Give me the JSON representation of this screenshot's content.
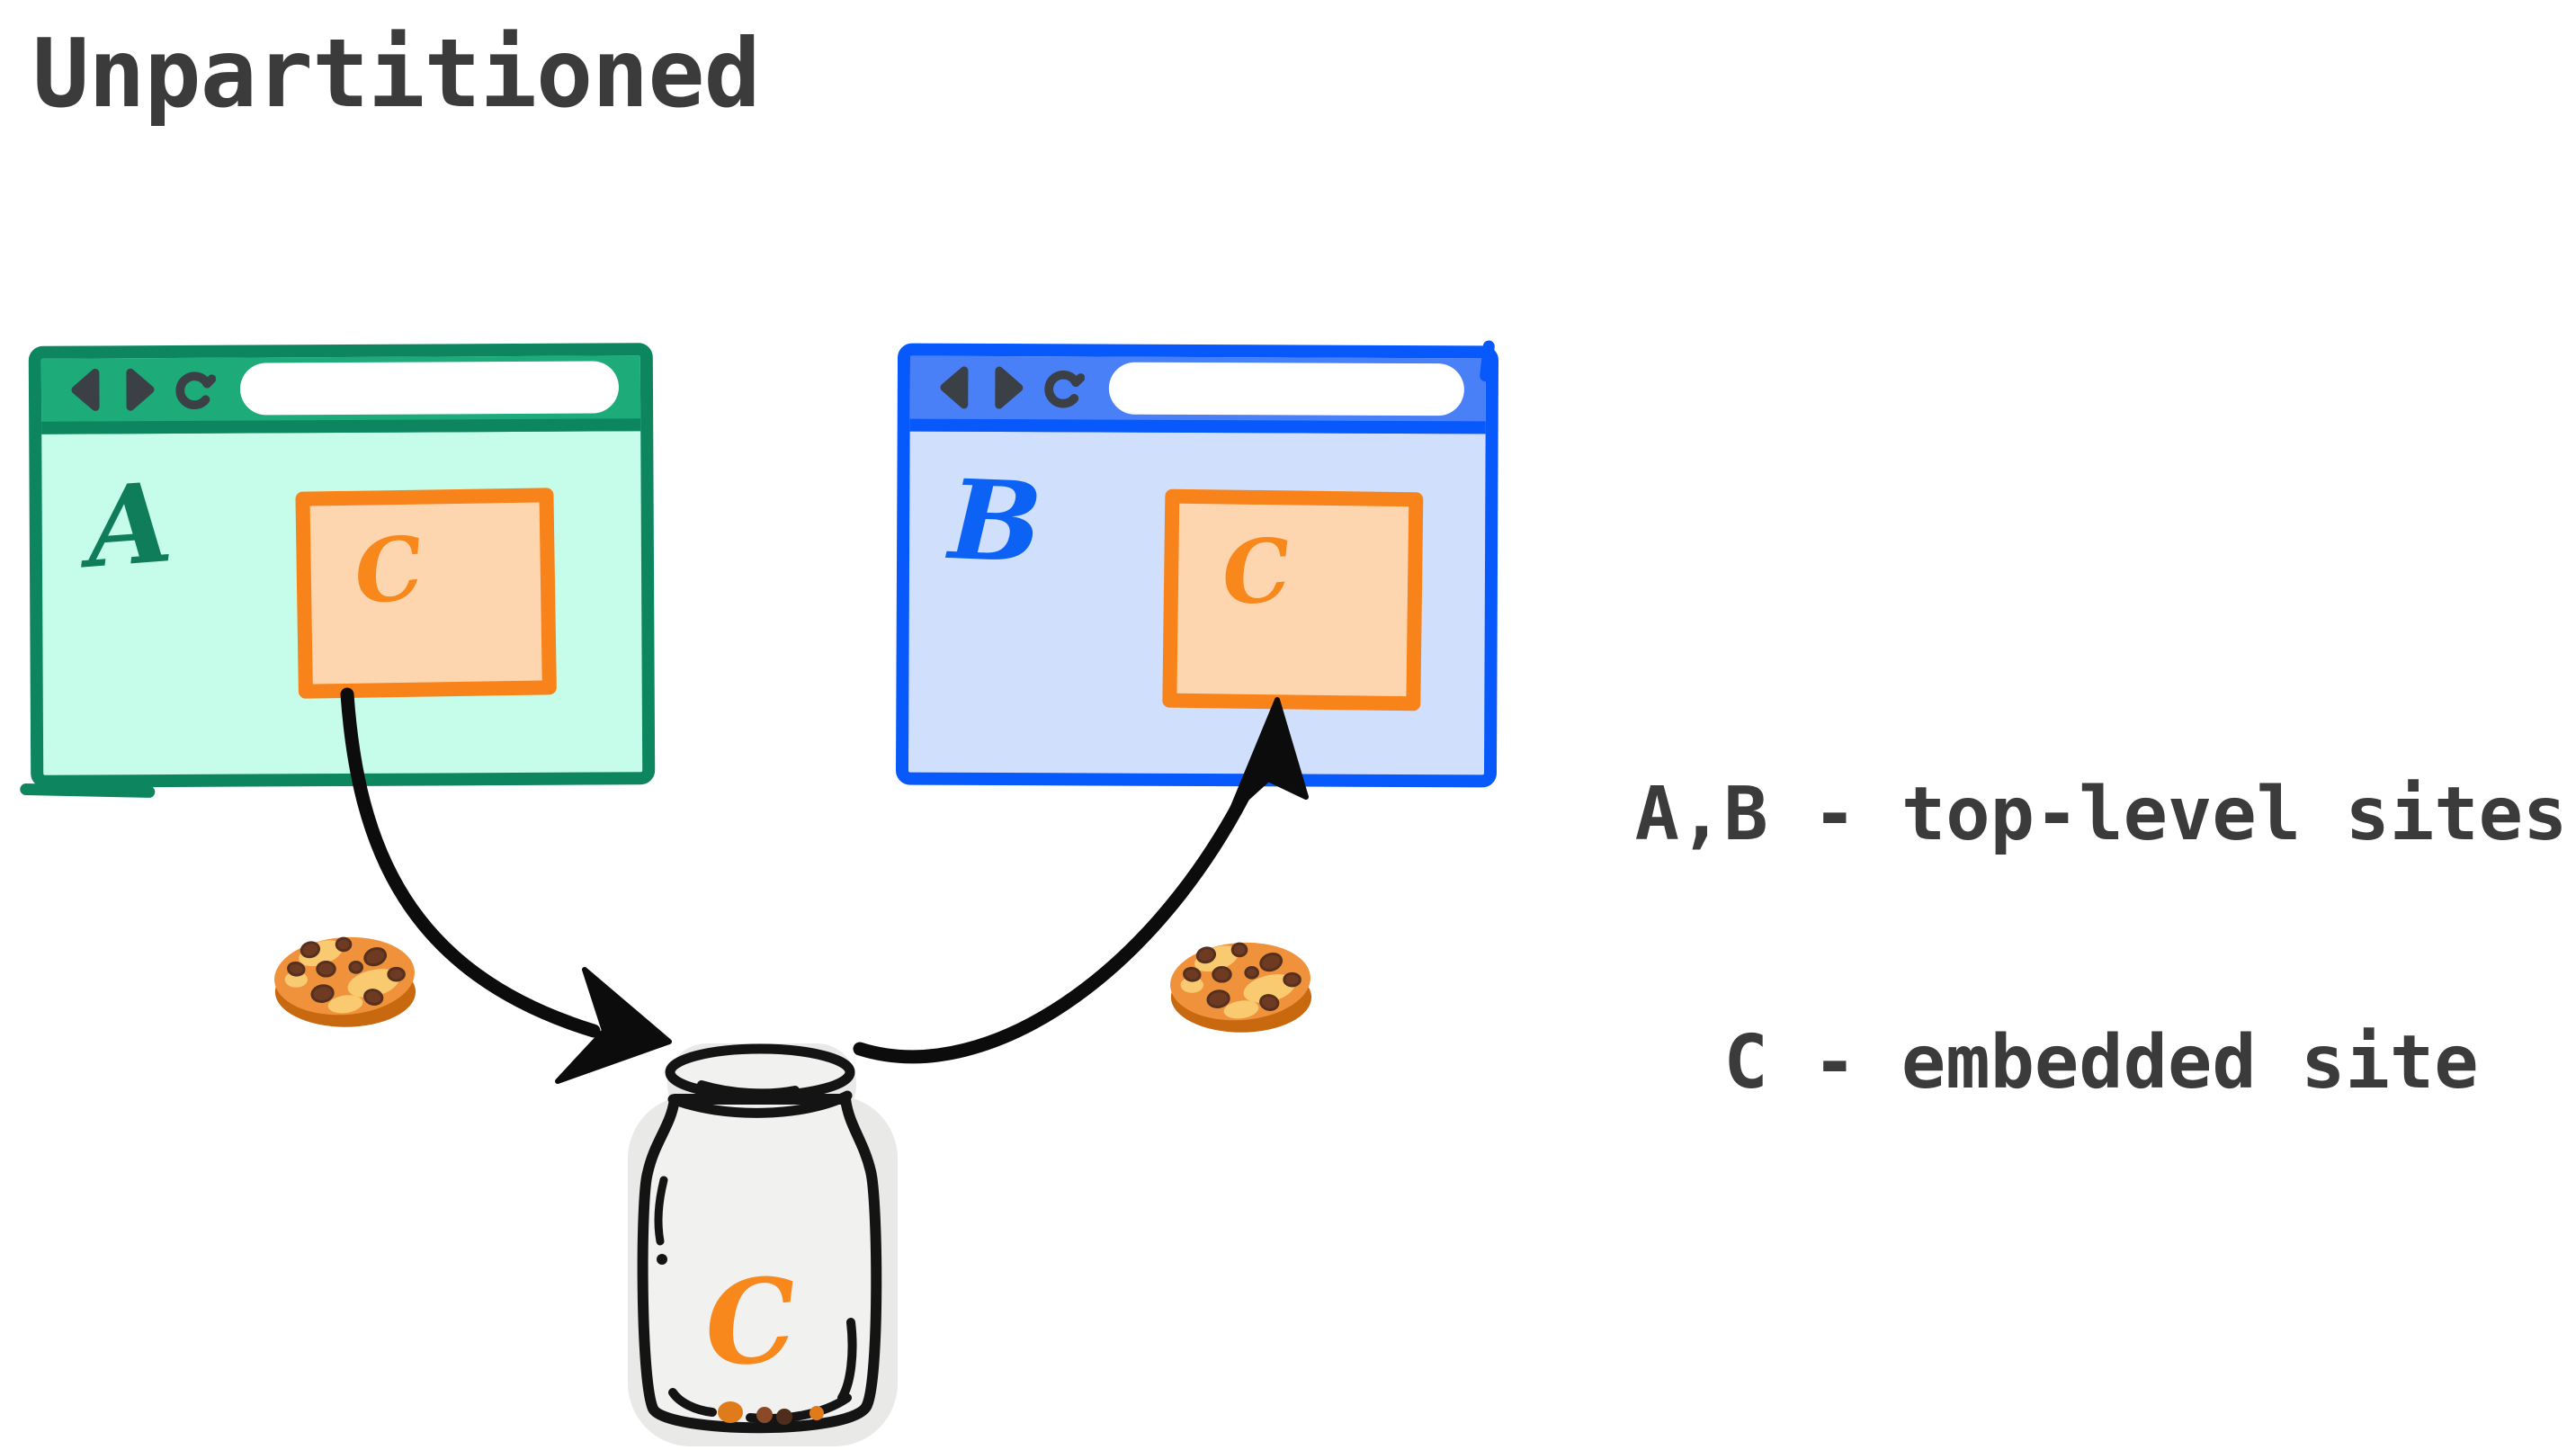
{
  "title": "Unpartitioned",
  "legend": {
    "line1": "A,B - top-level sites",
    "line2": "C - embedded site"
  },
  "windows": [
    {
      "label": "A",
      "embed_label": "C",
      "address_value": "",
      "toolbar_icons": [
        "back-icon",
        "forward-icon",
        "reload-icon"
      ]
    },
    {
      "label": "B",
      "embed_label": "C",
      "address_value": "",
      "toolbar_icons": [
        "back-icon",
        "forward-icon",
        "reload-icon"
      ]
    }
  ],
  "jar": {
    "label": "C"
  },
  "icons": {
    "back": "back-icon (left triangle)",
    "forward": "forward-icon (right triangle)",
    "reload": "reload-icon (open circle)",
    "cookie": "cookie-icon (chocolate-chip cookie)",
    "jar": "cookie-jar-icon (glass jar)"
  },
  "colors": {
    "background": "#ffffff",
    "text": "#3b3b3b",
    "window_a_frame": "#0d8660",
    "window_a_toolbar": "#1cab79",
    "window_a_body": "#c5fdea",
    "window_a_label": "#0f7d5a",
    "window_b_frame": "#0859fb",
    "window_b_toolbar": "#4a80f7",
    "window_b_body": "#cfdffc",
    "window_b_label": "#0b62f5",
    "iframe_border": "#f8831a",
    "iframe_fill": "#fdd6af",
    "embed_label": "#f8871c",
    "toolbar_icon": "#3a4046",
    "arrow": "#0c0c0c",
    "jar_outline": "#141414",
    "jar_fill": "#f1f1f0",
    "jar_shadow": "#e9e9e8",
    "crumb_orange": "#e07b1c",
    "crumb_brown": "#8a4a28",
    "crumb_dark": "#4f2d1c",
    "cookie_base": "#c8680f",
    "cookie_body": "#ef923b",
    "cookie_light": "#f9ca70",
    "cookie_chip": "#6e3a22",
    "cookie_chip_dark": "#55301e"
  }
}
